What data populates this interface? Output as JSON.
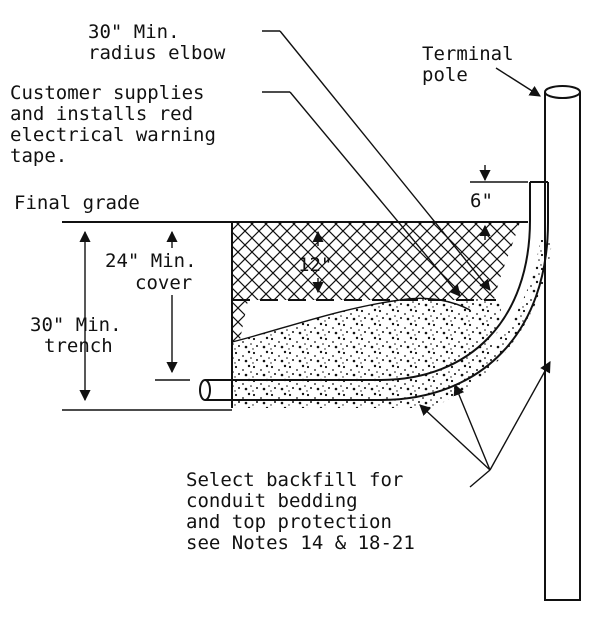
{
  "labels": {
    "elbow_line1": "30\" Min.",
    "elbow_line2": "radius elbow",
    "pole_line1": "Terminal",
    "pole_line2": "pole",
    "tape_line1": "Customer supplies",
    "tape_line2": "and installs red",
    "tape_line3": "electrical warning",
    "tape_line4": "tape.",
    "final_grade": "Final grade",
    "six_inch": "6\"",
    "cover_line1": "24\" Min.",
    "cover_line2": "cover",
    "twelve_inch": "12\"",
    "trench_line1": "30\" Min.",
    "trench_line2": "trench",
    "backfill_line1": "Select backfill for",
    "backfill_line2": "conduit bedding",
    "backfill_line3": "and top protection",
    "backfill_line4": "see Notes 14 & 18-21"
  },
  "colors": {
    "ink": "#111111",
    "background": "#ffffff"
  }
}
